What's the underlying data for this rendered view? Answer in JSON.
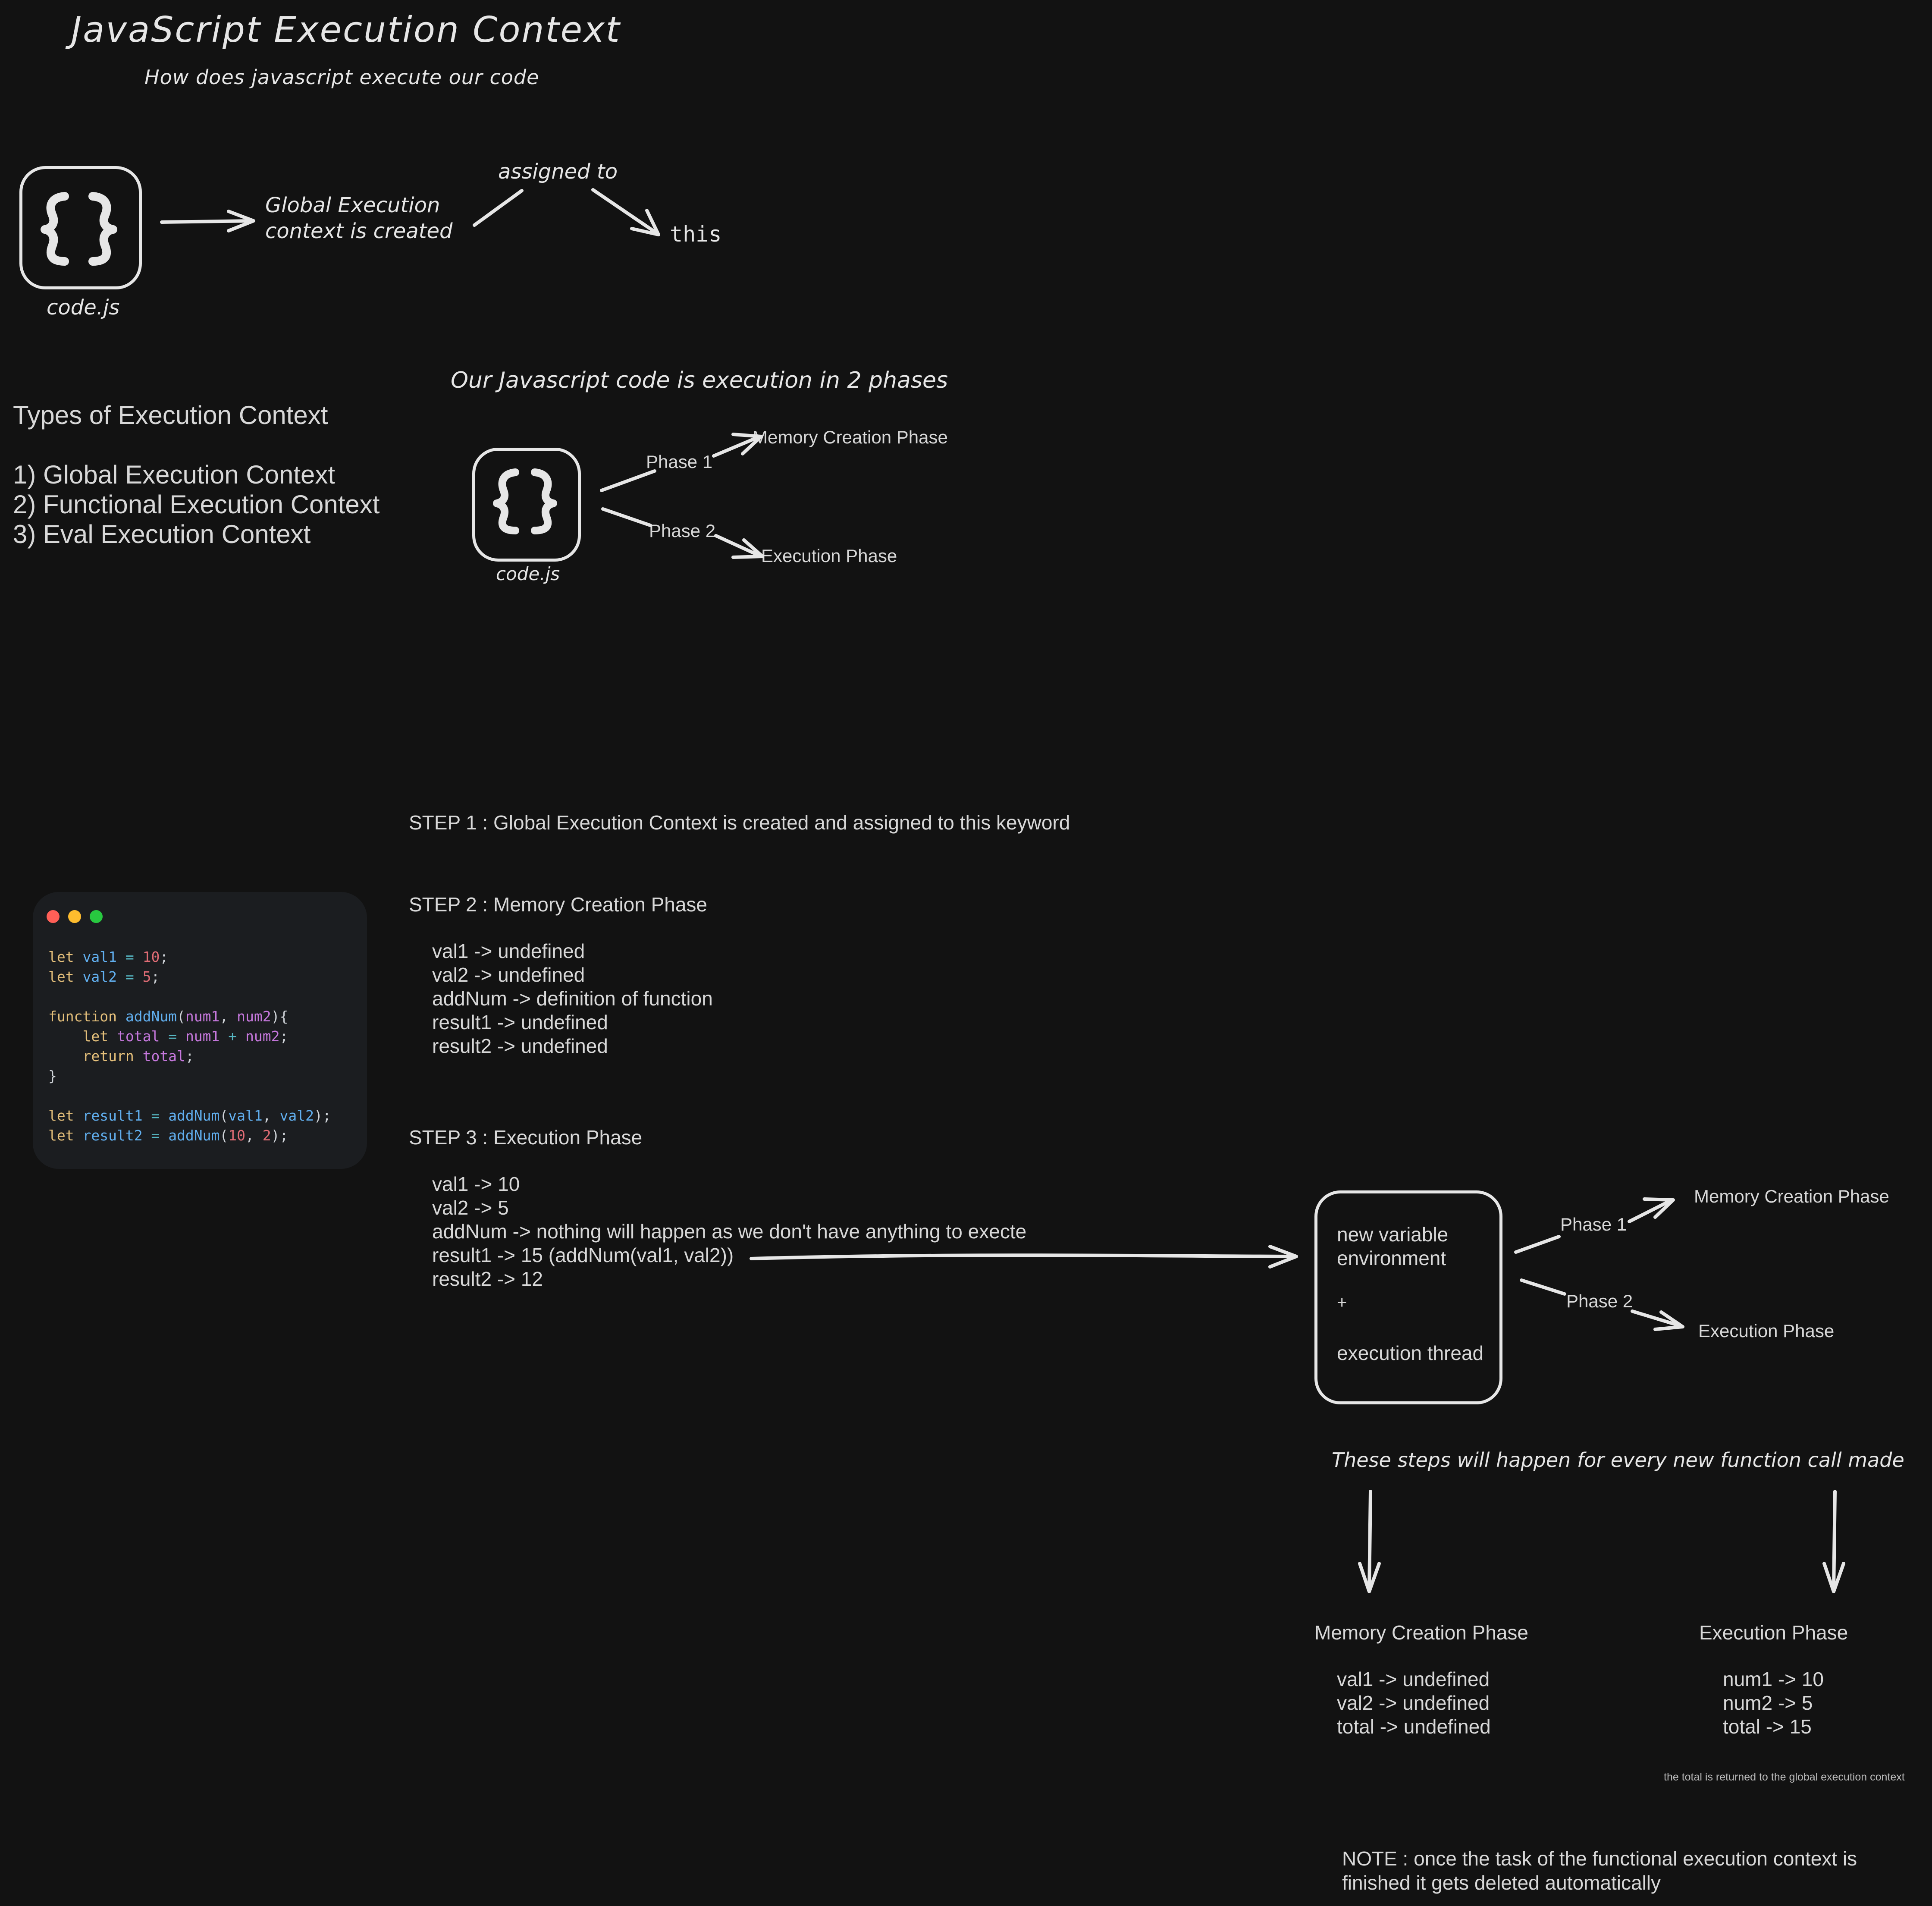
{
  "header": {
    "title": "JavaScript Execution Context",
    "subtitle": "How does javascript execute our code"
  },
  "flow1": {
    "file_label": "code.js",
    "global_line1": "Global Execution",
    "global_line2": "context is created",
    "assigned_to": "assigned to",
    "this_label": "this"
  },
  "types": {
    "heading": "Types of Execution Context",
    "items": [
      "1) Global Execution Context",
      "2) Functional Execution Context",
      "3) Eval Execution Context"
    ]
  },
  "phases": {
    "heading": "Our Javascript code is execution in 2 phases",
    "file_label": "code.js",
    "phase1": "Phase 1",
    "phase2": "Phase 2",
    "memory": "Memory Creation Phase",
    "execution": "Execution Phase"
  },
  "code": {
    "window_dots": [
      "#ff5f57",
      "#febc2e",
      "#28c840"
    ],
    "lines": [
      "let val1 = 10;",
      "let val2 = 5;",
      "",
      "function addNum(num1, num2){",
      "    let total = num1 + num2;",
      "    return total;",
      "}",
      "",
      "let result1 = addNum(val1, val2);",
      "let result2 = addNum(10, 2);"
    ]
  },
  "steps": {
    "step1": "STEP 1 : Global Execution Context is created and assigned to this keyword",
    "step2": {
      "heading": "STEP 2 : Memory Creation Phase",
      "items": [
        "val1 -> undefined",
        "val2 -> undefined",
        "addNum -> definition of function",
        "result1 -> undefined",
        "result2 -> undefined"
      ]
    },
    "step3": {
      "heading": "STEP 3 : Execution Phase",
      "items": [
        "val1 -> 10",
        "val2 -> 5",
        "addNum -> nothing will happen as we don't have anything to execte",
        "result1 -> 15 (addNum(val1, val2))",
        "result2 -> 12"
      ]
    }
  },
  "function_context": {
    "box_line1": "new variable",
    "box_line2": "environment",
    "box_plus": "+",
    "box_line3": "execution thread",
    "phase1": "Phase 1",
    "phase2": "Phase 2",
    "memory": "Memory Creation Phase",
    "execution": "Execution Phase",
    "note_steps": "These steps will happen for every new function call made",
    "memory_column": {
      "heading": "Memory Creation Phase",
      "items": [
        "val1 -> undefined",
        "val2 -> undefined",
        "total -> undefined"
      ]
    },
    "execution_column": {
      "heading": "Execution Phase",
      "items": [
        "num1 -> 10",
        "num2 -> 5",
        "total -> 15"
      ]
    },
    "returned_note": "the total is returned to the global execution context",
    "final_note_line1": "NOTE : once the task of the functional execution context is",
    "final_note_line2": "finished it gets deleted automatically"
  },
  "colors": {
    "background": "#121212",
    "stroke": "#e6e6e6",
    "code_bg": "#1b1d20"
  }
}
